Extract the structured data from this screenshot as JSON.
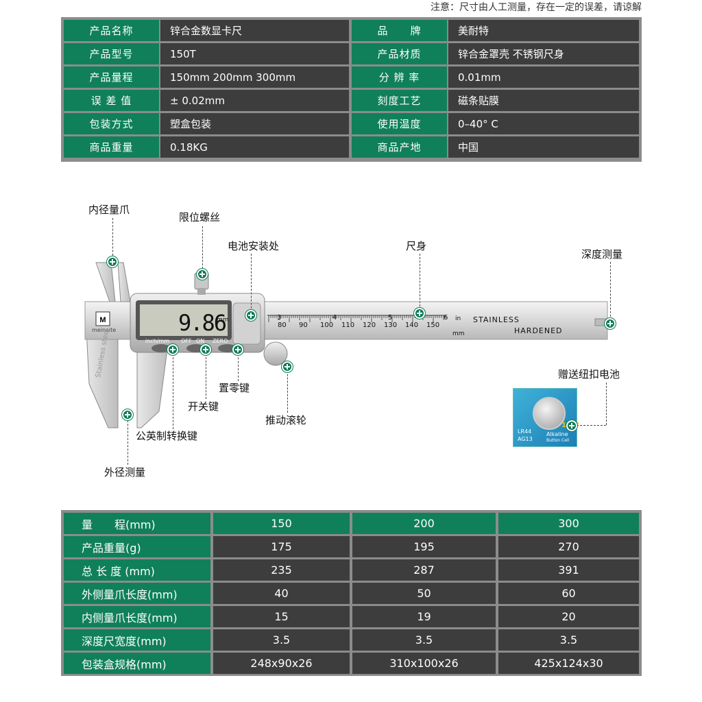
{
  "note": "注意：尺寸由人工测量，存在一定的误差，请谅解",
  "spec_rows": [
    {
      "l1": "产品名称",
      "v1": "锌合金数显卡尺",
      "l2": "品　　牌",
      "v2": "美耐特"
    },
    {
      "l1": "产品型号",
      "v1": "150T",
      "l2": "产品材质",
      "v2": "锌合金罩壳 不锈钢尺身"
    },
    {
      "l1": "产品量程",
      "v1": "150mm  200mm  300mm",
      "l2": "分 辨 率",
      "v2": "0.01mm"
    },
    {
      "l1": "误 差 值",
      "v1": "± 0.02mm",
      "l2": "刻度工艺",
      "v2": "磁条贴膜"
    },
    {
      "l1": "包装方式",
      "v1": "塑盒包装",
      "l2": "使用温度",
      "v2": "0–40° C"
    },
    {
      "l1": "商品重量",
      "v1": "0.18KG",
      "l2": "商品产地",
      "v2": "中国"
    }
  ],
  "diagram": {
    "callouts": {
      "inner_jaw": "内径量爪",
      "limit_screw": "限位螺丝",
      "battery_slot": "电池安装处",
      "ruler_body": "尺身",
      "depth_measure": "深度测量",
      "gift_battery": "赠送纽扣电池",
      "zero_key": "置零键",
      "power_key": "开关键",
      "thumb_wheel": "推动滚轮",
      "unit_key": "公英制转换键",
      "outer_measure": "外径测量"
    },
    "display": {
      "reading": "9.86",
      "unit": "mm",
      "btn_labels": [
        "inch/mm",
        "OFF",
        "ON",
        "ZERO"
      ]
    },
    "ruler": {
      "brand": "meinaite",
      "engrave1": "STAINLESS",
      "engrave2": "HARDENED",
      "blade_text": "Stainless steel",
      "mm_ticks": [
        "80",
        "90",
        "100",
        "110",
        "120",
        "130",
        "140",
        "150"
      ],
      "in_ticks": [
        "3",
        "4",
        "5",
        "6"
      ],
      "unit_in": "in",
      "unit_mm": "mm"
    },
    "battery": {
      "t1": "LR44",
      "t2": "AG13",
      "t3": "Alkaline",
      "t4": "Button Cell",
      "t5": "1.5V"
    }
  },
  "dims": {
    "header": [
      "量　　程(mm)",
      "150",
      "200",
      "300"
    ],
    "rows": [
      [
        "产品重量(g)",
        "175",
        "195",
        "270"
      ],
      [
        "总 长 度 (mm)",
        "235",
        "287",
        "391"
      ],
      [
        "外侧量爪长度(mm)",
        "40",
        "50",
        "60"
      ],
      [
        "内侧量爪长度(mm)",
        "15",
        "19",
        "20"
      ],
      [
        "深度尺宽度(mm)",
        "3.5",
        "3.5",
        "3.5"
      ],
      [
        "包装盒规格(mm)",
        "248x90x26",
        "310x100x26",
        "425x124x30"
      ]
    ]
  },
  "colors": {
    "green": "#10805a",
    "dark": "#3d3d3d",
    "border": "#8c8c8c"
  }
}
